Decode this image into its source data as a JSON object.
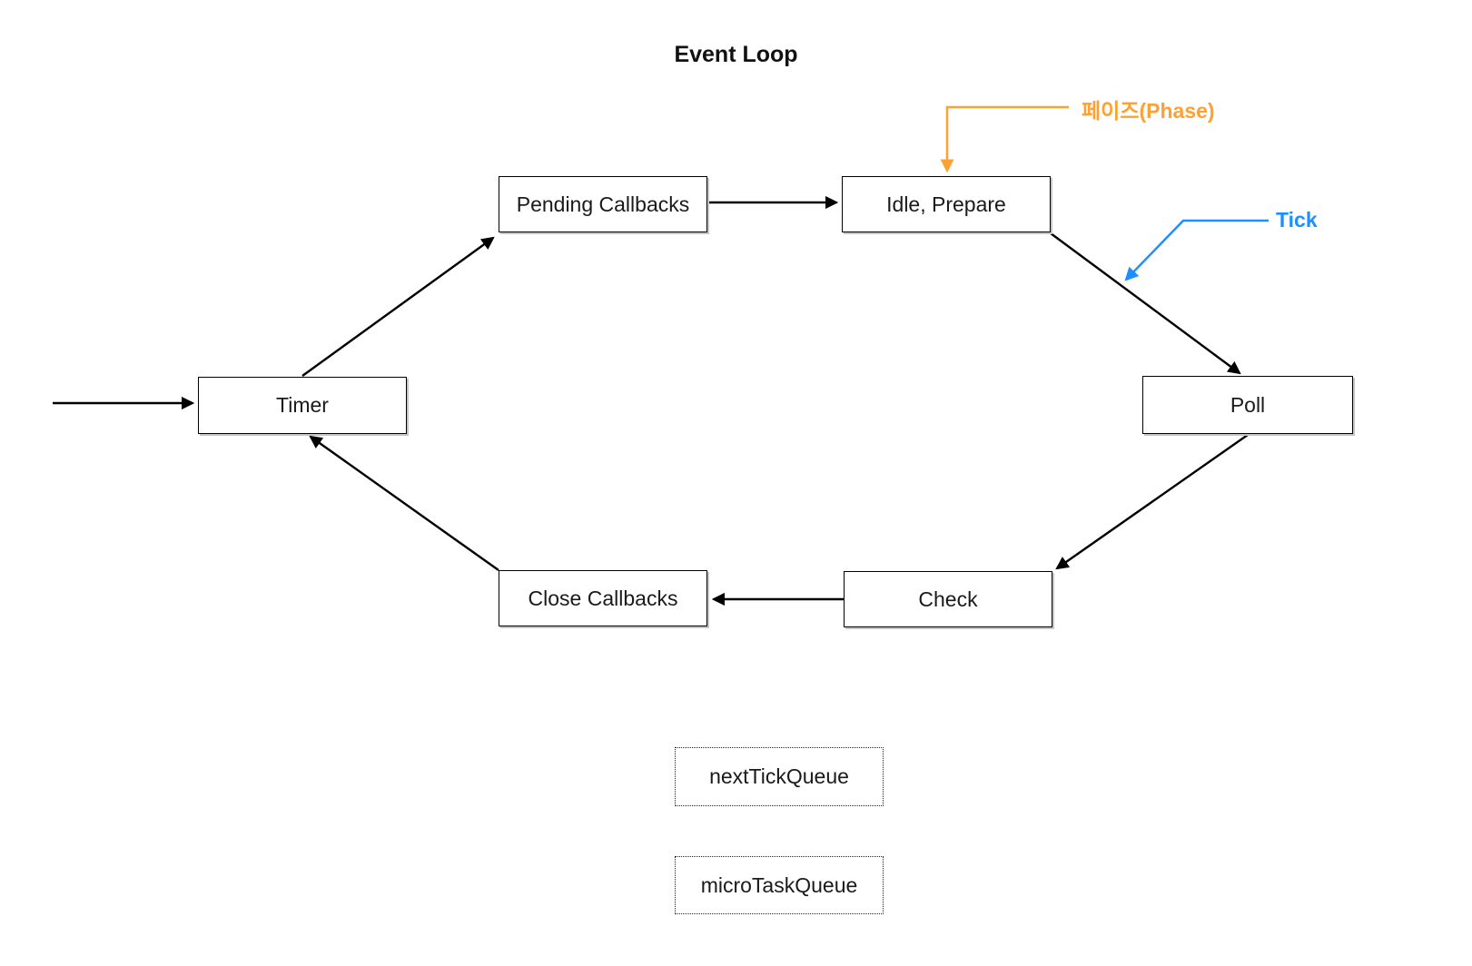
{
  "title": "Event Loop",
  "nodes": {
    "timer": {
      "label": "Timer"
    },
    "pending_callbacks": {
      "label": "Pending Callbacks"
    },
    "idle_prepare": {
      "label": "Idle, Prepare"
    },
    "poll": {
      "label": "Poll"
    },
    "check": {
      "label": "Check"
    },
    "close_callbacks": {
      "label": "Close Callbacks"
    }
  },
  "queues": {
    "next_tick": {
      "label": "nextTickQueue"
    },
    "micro_task": {
      "label": "microTaskQueue"
    }
  },
  "annotations": {
    "phase": {
      "label": "페이즈(Phase)",
      "color": "#FFA033",
      "points_to": "idle_prepare"
    },
    "tick": {
      "label": "Tick",
      "color": "#1E8FFF",
      "points_to": "idle_prepare→poll transition"
    }
  },
  "edges": [
    {
      "from": "start",
      "to": "timer"
    },
    {
      "from": "timer",
      "to": "pending_callbacks"
    },
    {
      "from": "pending_callbacks",
      "to": "idle_prepare"
    },
    {
      "from": "idle_prepare",
      "to": "poll"
    },
    {
      "from": "poll",
      "to": "check"
    },
    {
      "from": "check",
      "to": "close_callbacks"
    },
    {
      "from": "close_callbacks",
      "to": "timer"
    }
  ],
  "colors": {
    "line": "#000000",
    "accent_orange": "#FFA033",
    "accent_blue": "#1E8FFF",
    "box_shadow": "#c4c4c4"
  }
}
